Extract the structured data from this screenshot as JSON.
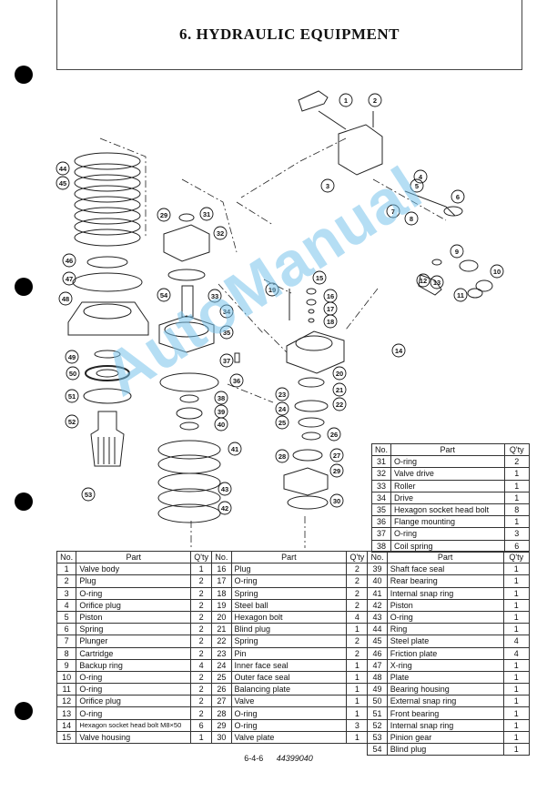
{
  "title": "6. HYDRAULIC EQUIPMENT",
  "watermark": "AutoManual",
  "header_cols": {
    "no": "No.",
    "part": "Part",
    "qty": "Q'ty"
  },
  "main_table": {
    "left": [
      {
        "no": "1",
        "part": "Valve body",
        "qty": "1"
      },
      {
        "no": "2",
        "part": "Plug",
        "qty": "2"
      },
      {
        "no": "3",
        "part": "O-ring",
        "qty": "2"
      },
      {
        "no": "4",
        "part": "Orifice plug",
        "qty": "2"
      },
      {
        "no": "5",
        "part": "Piston",
        "qty": "2"
      },
      {
        "no": "6",
        "part": "Spring",
        "qty": "2"
      },
      {
        "no": "7",
        "part": "Plunger",
        "qty": "2"
      },
      {
        "no": "8",
        "part": "Cartridge",
        "qty": "2"
      },
      {
        "no": "9",
        "part": "Backup ring",
        "qty": "4"
      },
      {
        "no": "10",
        "part": "O-ring",
        "qty": "2"
      },
      {
        "no": "11",
        "part": "O-ring",
        "qty": "2"
      },
      {
        "no": "12",
        "part": "Orifice plug",
        "qty": "2"
      },
      {
        "no": "13",
        "part": "O-ring",
        "qty": "2"
      },
      {
        "no": "14",
        "part": "Hexagon socket head bolt  M8×50",
        "qty": "6"
      },
      {
        "no": "15",
        "part": "Valve housing",
        "qty": "1"
      }
    ],
    "middle": [
      {
        "no": "16",
        "part": "Plug",
        "qty": "2"
      },
      {
        "no": "17",
        "part": "O-ring",
        "qty": "2"
      },
      {
        "no": "18",
        "part": "Spring",
        "qty": "2"
      },
      {
        "no": "19",
        "part": "Steel ball",
        "qty": "2"
      },
      {
        "no": "20",
        "part": "Hexagon bolt",
        "qty": "4"
      },
      {
        "no": "21",
        "part": "Blind plug",
        "qty": "1"
      },
      {
        "no": "22",
        "part": "Spring",
        "qty": "2"
      },
      {
        "no": "23",
        "part": "Pin",
        "qty": "2"
      },
      {
        "no": "24",
        "part": "Inner face seal",
        "qty": "1"
      },
      {
        "no": "25",
        "part": "Outer face seal",
        "qty": "1"
      },
      {
        "no": "26",
        "part": "Balancing plate",
        "qty": "1"
      },
      {
        "no": "27",
        "part": "Valve",
        "qty": "1"
      },
      {
        "no": "28",
        "part": "O-ring",
        "qty": "1"
      },
      {
        "no": "29",
        "part": "O-ring",
        "qty": "3"
      },
      {
        "no": "30",
        "part": "Valve plate",
        "qty": "1"
      }
    ],
    "right": [
      {
        "no": "39",
        "part": "Shaft face seal",
        "qty": "1"
      },
      {
        "no": "40",
        "part": "Rear bearing",
        "qty": "1"
      },
      {
        "no": "41",
        "part": "Internal snap ring",
        "qty": "1"
      },
      {
        "no": "42",
        "part": "Piston",
        "qty": "1"
      },
      {
        "no": "43",
        "part": "O-ring",
        "qty": "1"
      },
      {
        "no": "44",
        "part": "Ring",
        "qty": "1"
      },
      {
        "no": "45",
        "part": "Steel plate",
        "qty": "4"
      },
      {
        "no": "46",
        "part": "Friction plate",
        "qty": "4"
      },
      {
        "no": "47",
        "part": "X-ring",
        "qty": "1"
      },
      {
        "no": "48",
        "part": "Plate",
        "qty": "1"
      },
      {
        "no": "49",
        "part": "Bearing housing",
        "qty": "1"
      },
      {
        "no": "50",
        "part": "External snap ring",
        "qty": "1"
      },
      {
        "no": "51",
        "part": "Front bearing",
        "qty": "1"
      },
      {
        "no": "52",
        "part": "Internal snap ring",
        "qty": "1"
      },
      {
        "no": "53",
        "part": "Pinion gear",
        "qty": "1"
      },
      {
        "no": "54",
        "part": "Blind plug",
        "qty": "1"
      }
    ]
  },
  "side_table": [
    {
      "no": "31",
      "part": "O-ring",
      "qty": "2"
    },
    {
      "no": "32",
      "part": "Valve drive",
      "qty": "1"
    },
    {
      "no": "33",
      "part": "Roller",
      "qty": "1"
    },
    {
      "no": "34",
      "part": "Drive",
      "qty": "1"
    },
    {
      "no": "35",
      "part": "Hexagon socket head bolt",
      "qty": "8"
    },
    {
      "no": "36",
      "part": "Flange mounting",
      "qty": "1"
    },
    {
      "no": "37",
      "part": "O-ring",
      "qty": "3"
    },
    {
      "no": "38",
      "part": "Coil spring",
      "qty": "6"
    }
  ],
  "callouts": [
    "1",
    "2",
    "3",
    "4",
    "5",
    "6",
    "7",
    "8",
    "9",
    "10",
    "11",
    "12",
    "13",
    "14",
    "15",
    "16",
    "17",
    "18",
    "19",
    "20",
    "21",
    "22",
    "23",
    "24",
    "25",
    "26",
    "27",
    "28",
    "29",
    "29",
    "30",
    "31",
    "32",
    "33",
    "34",
    "35",
    "36",
    "37",
    "38",
    "39",
    "40",
    "41",
    "42",
    "43",
    "44",
    "45",
    "46",
    "47",
    "48",
    "49",
    "50",
    "51",
    "52",
    "53",
    "54"
  ],
  "footer": {
    "page": "6-4-6",
    "doc": "44399040"
  }
}
